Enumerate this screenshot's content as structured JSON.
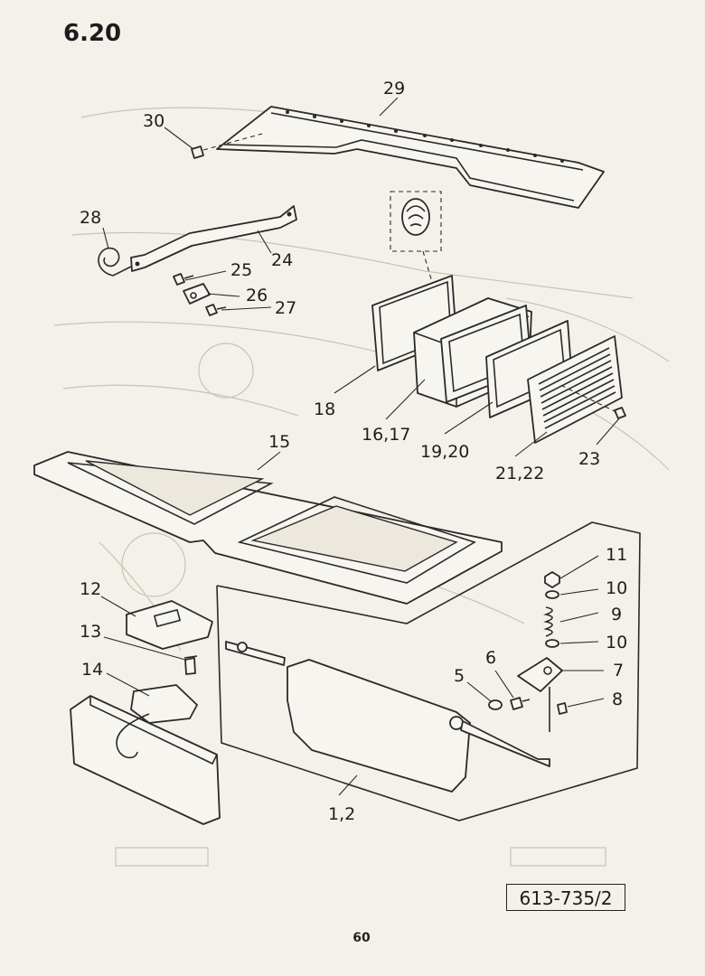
{
  "section": {
    "number": "6.20"
  },
  "callouts": [
    {
      "id": "c29",
      "label": "29"
    },
    {
      "id": "c30",
      "label": "30"
    },
    {
      "id": "c28",
      "label": "28"
    },
    {
      "id": "c24",
      "label": "24"
    },
    {
      "id": "c25",
      "label": "25"
    },
    {
      "id": "c26",
      "label": "26"
    },
    {
      "id": "c27",
      "label": "27"
    },
    {
      "id": "c18",
      "label": "18"
    },
    {
      "id": "c16_17",
      "label": "16,17"
    },
    {
      "id": "c19_20",
      "label": "19,20"
    },
    {
      "id": "c21_22",
      "label": "21,22"
    },
    {
      "id": "c23",
      "label": "23"
    },
    {
      "id": "c15",
      "label": "15"
    },
    {
      "id": "c12",
      "label": "12"
    },
    {
      "id": "c13",
      "label": "13"
    },
    {
      "id": "c14",
      "label": "14"
    },
    {
      "id": "c11",
      "label": "11"
    },
    {
      "id": "c10a",
      "label": "10"
    },
    {
      "id": "c9",
      "label": "9"
    },
    {
      "id": "c10b",
      "label": "10"
    },
    {
      "id": "c7",
      "label": "7"
    },
    {
      "id": "c8",
      "label": "8"
    },
    {
      "id": "c6",
      "label": "6"
    },
    {
      "id": "c5",
      "label": "5"
    },
    {
      "id": "c1_2",
      "label": "1,2"
    }
  ],
  "reference": {
    "code": "613-735/2"
  },
  "page": {
    "number": "60"
  }
}
